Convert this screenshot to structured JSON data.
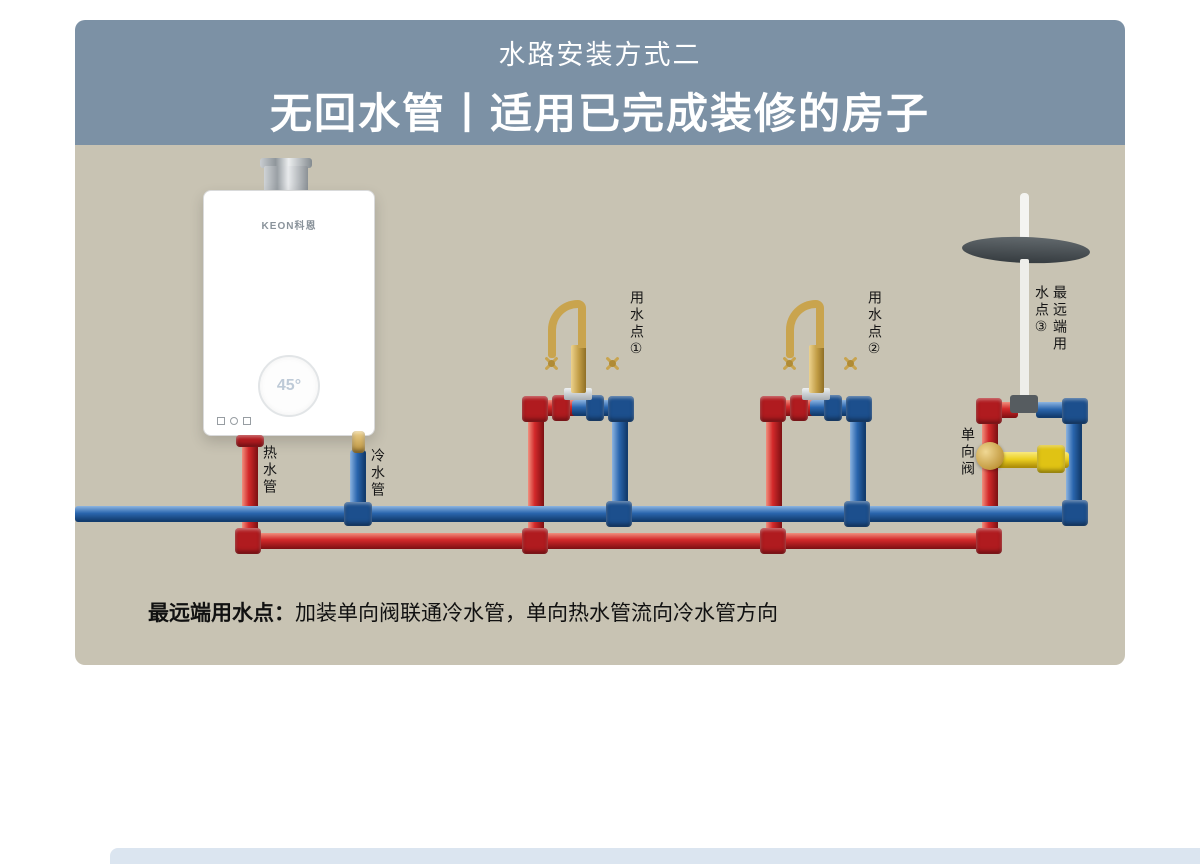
{
  "header": {
    "title": "水路安装方式二",
    "subtitle": "无回水管丨适用已完成装修的房子"
  },
  "heater": {
    "brand": "KEON科恩",
    "display_value": "45°"
  },
  "labels": {
    "hot_pipe": "热水管",
    "cold_pipe": "冷水管",
    "point1": "用水点①",
    "point2": "用水点②",
    "point3": "最远端用水点③",
    "check_valve": "单向阀"
  },
  "note": {
    "bold": "最远端用水点：",
    "text": "加装单向阀联通冷水管，单向热水管流向冷水管方向"
  },
  "colors": {
    "hot": "#d3292a",
    "cold": "#2a66ae",
    "valve": "#ecd022",
    "header_bg": "#7c91a5",
    "panel_bg": "#c8c3b3"
  }
}
